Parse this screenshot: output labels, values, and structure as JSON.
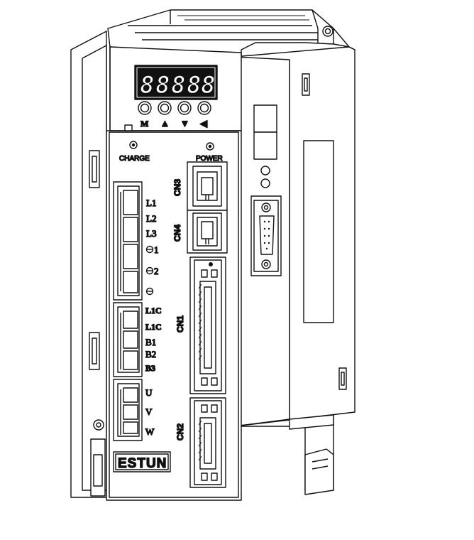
{
  "device": {
    "brand_logo": "ESTUN",
    "display_digits": [
      "8",
      "8",
      "8",
      "8",
      "8"
    ],
    "buttons": [
      "M",
      "▲",
      "▼",
      "◀"
    ],
    "indicators": {
      "charge": "CHARGE",
      "power": "POWER"
    },
    "connectors": {
      "cn1": "CN1",
      "cn2": "CN2",
      "cn3": "CN3",
      "cn4": "CN4"
    },
    "terminals": {
      "main": [
        "L1",
        "L2",
        "L3"
      ],
      "aux": [
        "L1C",
        "L1C",
        "B1",
        "B2",
        "B3"
      ],
      "motor": [
        "U",
        "V",
        "W"
      ],
      "dc_bus_1": "1",
      "dc_bus_2": "2"
    }
  }
}
